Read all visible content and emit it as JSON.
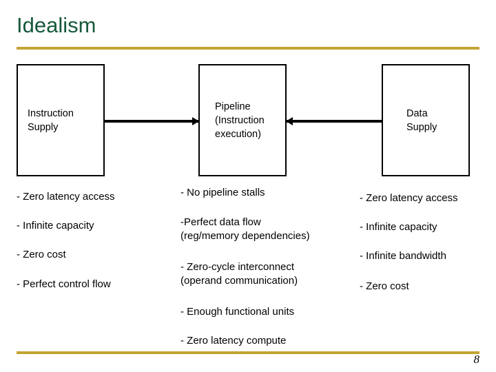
{
  "slide": {
    "title": "Idealism",
    "page_number": "8",
    "title_color": "#15593a",
    "rule_color": "#c2a434",
    "box_border_color": "#000000",
    "text_color": "#000000"
  },
  "diagram": {
    "boxes": [
      {
        "id": "instruction-supply",
        "label": "Instruction\nSupply"
      },
      {
        "id": "pipeline",
        "label": "Pipeline\n(Instruction\nexecution)"
      },
      {
        "id": "data-supply",
        "label": "Data\nSupply"
      }
    ],
    "arrows": [
      {
        "id": "instruction-supply-to-pipeline",
        "direction": "right"
      },
      {
        "id": "data-supply-to-pipeline",
        "direction": "left"
      }
    ]
  },
  "columns": {
    "left": {
      "bullets": [
        "- Zero latency access",
        "- Infinite capacity",
        "- Zero cost",
        "- Perfect control flow"
      ]
    },
    "middle": {
      "bullets": [
        "- No pipeline stalls",
        "-Perfect data flow\n   (reg/memory dependencies)",
        "- Zero-cycle interconnect\n  (operand communication)",
        "- Enough functional units",
        "- Zero latency compute"
      ]
    },
    "right": {
      "bullets": [
        "- Zero latency access",
        "- Infinite capacity",
        "- Infinite bandwidth",
        "- Zero cost"
      ]
    }
  }
}
